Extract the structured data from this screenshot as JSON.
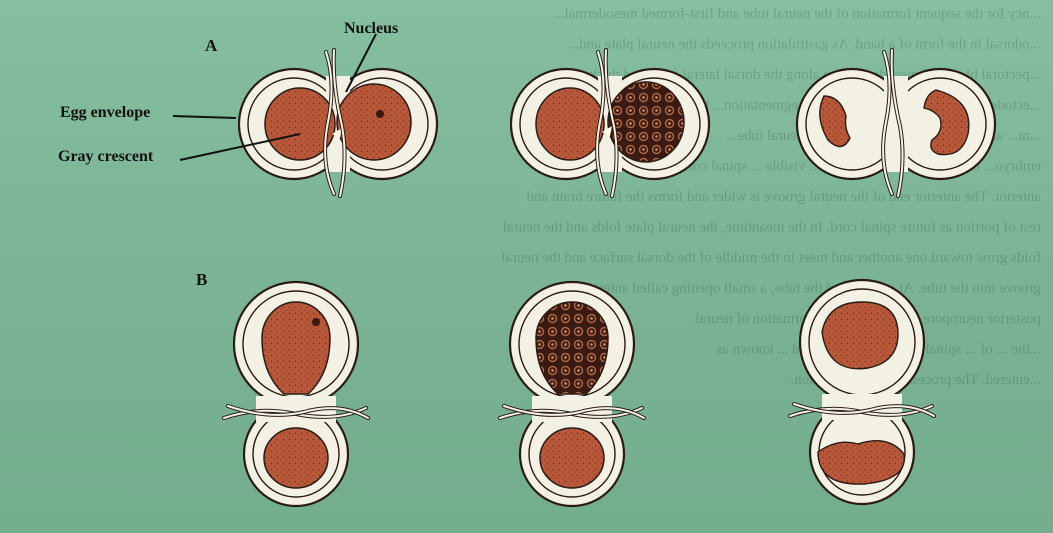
{
  "bleed_text": [
    "...ncy for the sequent formation of the neural tube and first-formed mesodermal...",
    "...odorsal in the form of a band. As gastrulation proceeds the neural plate and...",
    "...pectoral blocks of mesoderm form along the dorsal lateral folds and thickened...",
    "...ectoderm... cells of the neural plate... segmentation... body...",
    "...nt... and ... the spinal cord... form the neural tube...",
    "embryo... the folding of neural plate ... visible ... spinal cord is now formed.",
    "anterior. The anterior end of the neural groove is wider and forms the future brain and",
    "rest of portion as future spinal cord. In the meantime, the neural plate folds and the neural",
    "folds grow toward one another and meet in the middle of the dorsal surface and the neural",
    "groove into the tube. At each end of the tube, a small opening called anterior and",
    "posterior neuropore ... the ... closes ... formation of neural",
    "...the ... of ... spinal ... and the ... is closed ... known as",
    "...entered. The process is ... neural ... tion."
  ],
  "labels": {
    "panel_a": "A",
    "panel_b": "B",
    "nucleus": "Nucleus",
    "egg_envelope": "Egg envelope",
    "gray_crescent": "Gray crescent"
  },
  "colors": {
    "background": "#7fb99a",
    "envelope": "#f3f1e4",
    "cytoplasm": "#b8583a",
    "dark_cells": "#3a1a12",
    "outline": "#2a1b14"
  },
  "icons": [
    "egg-envelope-icon",
    "ligature-thread-icon",
    "embryo-icon"
  ]
}
